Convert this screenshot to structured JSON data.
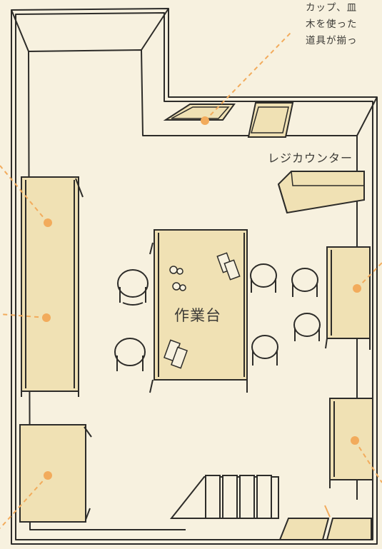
{
  "note_lines": [
    "カップ、皿",
    "木を使った",
    "道具が揃っ"
  ],
  "labels": {
    "register_counter": "レジカウンター",
    "work_table": "作業台"
  },
  "colors": {
    "background": "#f7f1df",
    "furniture_fill": "#f0e1b4",
    "marker": "#f2ab5c",
    "line": "#2d2c29"
  },
  "markers": [
    {
      "name": "marker-top-shelf",
      "desc": "top shelf"
    },
    {
      "name": "marker-left-shelf-upper",
      "desc": "left shelf upper"
    },
    {
      "name": "marker-left-shelf-lower",
      "desc": "left shelf lower"
    },
    {
      "name": "marker-bottom-left-shelf",
      "desc": "bottom left shelf"
    },
    {
      "name": "marker-right-shelf-upper",
      "desc": "right shelf upper"
    },
    {
      "name": "marker-right-shelf-lower",
      "desc": "right shelf lower"
    }
  ]
}
